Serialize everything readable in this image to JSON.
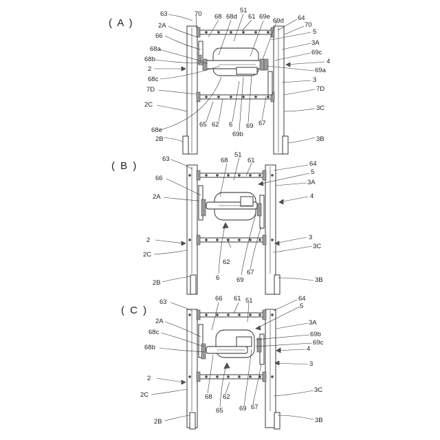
{
  "panels": [
    {
      "key": "A",
      "title": "( A )",
      "labels": [
        "63",
        "70",
        "68",
        "68d",
        "51",
        "61",
        "69e",
        "69d",
        "64",
        "70",
        "2A",
        "5",
        "66",
        "3A",
        "68a",
        "69c",
        "68b",
        "4",
        "2",
        "69a",
        "68c",
        "3",
        "7D",
        "7D",
        "2C",
        "3C",
        "65",
        "62",
        "6",
        "69",
        "67",
        "68e",
        "69b",
        "2B",
        "3B"
      ]
    },
    {
      "key": "B",
      "title": "( B )",
      "labels": [
        "63",
        "68",
        "51",
        "61",
        "64",
        "5",
        "66",
        "3A",
        "2A",
        "4",
        "2",
        "3",
        "3C",
        "2C",
        "62",
        "6",
        "69",
        "67",
        "2B",
        "3B"
      ]
    },
    {
      "key": "C",
      "title": "( C )",
      "labels": [
        "63",
        "66",
        "61",
        "51",
        "64",
        "5",
        "2A",
        "3A",
        "68c",
        "69b",
        "69c",
        "68b",
        "4",
        "3",
        "2",
        "2C",
        "3C",
        "68",
        "62",
        "65",
        "69",
        "67",
        "2B",
        "3B"
      ]
    }
  ]
}
